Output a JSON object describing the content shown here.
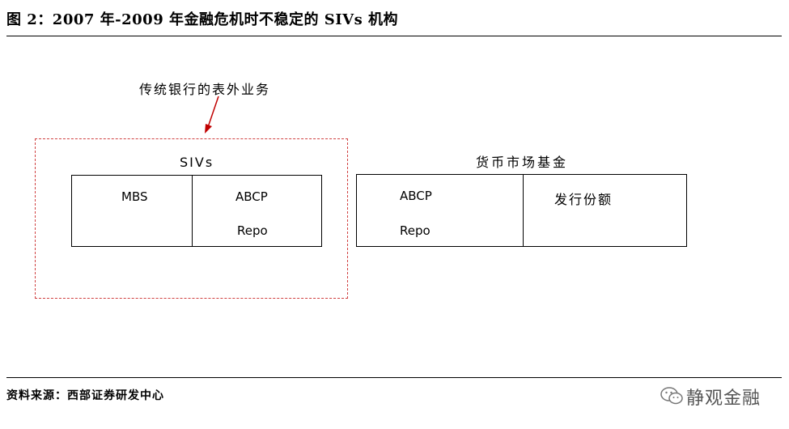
{
  "title": "图 2：2007 年-2009 年金融危机时不稳定的 SIVs 机构",
  "callout": "传统银行的表外业务",
  "sivs": {
    "title": "SIVs",
    "left_cell": "MBS",
    "right_cell_top": "ABCP",
    "right_cell_bottom": "Repo"
  },
  "money_market_fund": {
    "title": "货币市场基金",
    "left_cell_top": "ABCP",
    "left_cell_bottom": "Repo",
    "right_cell": "发行份额"
  },
  "source": "资料来源：西部证券研发中心",
  "watermark": "静观金融",
  "colors": {
    "dashed_border": "#d04040",
    "arrow": "#c00000"
  }
}
